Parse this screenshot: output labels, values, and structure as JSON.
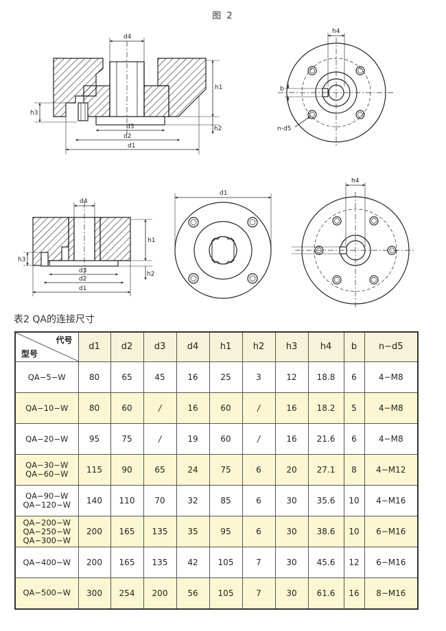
{
  "figure": {
    "title": "图 2",
    "labels": {
      "d1": "d1",
      "d2": "d2",
      "d3": "d3",
      "d4": "d4",
      "h1": "h1",
      "h2": "h2",
      "h3": "h3",
      "h4": "h4",
      "b": "b",
      "nd5": "n-d5"
    }
  },
  "table": {
    "caption": "表2 QA的连接尺寸",
    "corner_top": "代号",
    "corner_bottom": "型号",
    "columns": [
      "d1",
      "d2",
      "d3",
      "d4",
      "h1",
      "h2",
      "h3",
      "h4",
      "b",
      "n−d5"
    ],
    "rows": [
      {
        "models": [
          "QA−5−W"
        ],
        "values": [
          "80",
          "65",
          "45",
          "16",
          "25",
          "3",
          "12",
          "18.8",
          "6",
          "4−M8"
        ]
      },
      {
        "models": [
          "QA−10−W"
        ],
        "values": [
          "80",
          "60",
          "/",
          "16",
          "60",
          "/",
          "16",
          "18.2",
          "5",
          "4−M8"
        ]
      },
      {
        "models": [
          "QA−20−W"
        ],
        "values": [
          "95",
          "75",
          "/",
          "19",
          "60",
          "/",
          "16",
          "21.6",
          "6",
          "4−M8"
        ]
      },
      {
        "models": [
          "QA−30−W",
          "QA−60−W"
        ],
        "values": [
          "115",
          "90",
          "65",
          "24",
          "75",
          "6",
          "20",
          "27.1",
          "8",
          "4−M12"
        ]
      },
      {
        "models": [
          "QA−90−W",
          "QA−120−W"
        ],
        "values": [
          "140",
          "110",
          "70",
          "32",
          "85",
          "6",
          "30",
          "35.6",
          "10",
          "4−M16"
        ]
      },
      {
        "models": [
          "QA−200−W",
          "QA−250−W",
          "QA−300−W"
        ],
        "values": [
          "200",
          "165",
          "135",
          "35",
          "95",
          "6",
          "30",
          "38.6",
          "10",
          "6−M16"
        ]
      },
      {
        "models": [
          "QA−400−W"
        ],
        "values": [
          "200",
          "165",
          "135",
          "42",
          "105",
          "7",
          "30",
          "45.6",
          "12",
          "6−M16"
        ]
      },
      {
        "models": [
          "QA−500−W"
        ],
        "values": [
          "300",
          "254",
          "200",
          "56",
          "105",
          "7",
          "30",
          "61.6",
          "16",
          "8−M16"
        ]
      }
    ]
  },
  "colors": {
    "highlight_row": "#fbf7d2",
    "header_row": "#f6f3d8",
    "line": "#222222"
  }
}
